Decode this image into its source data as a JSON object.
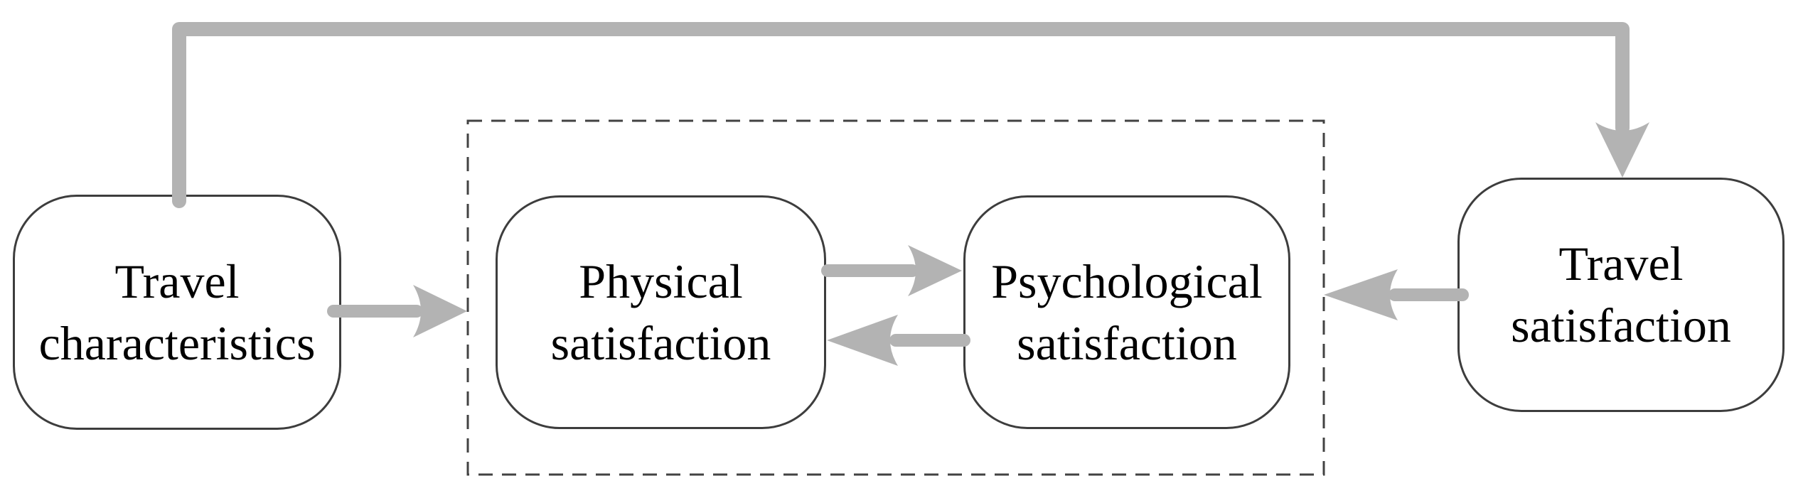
{
  "diagram": {
    "title": "",
    "background": "#ffffff",
    "colors": {
      "arrow": "#b3b3b3",
      "box_border": "#3d3d3d",
      "dashed_border": "#424242",
      "text": "#000000"
    },
    "nodes": {
      "travel_characteristics": {
        "line1": "Travel",
        "line2": "characteristics"
      },
      "physical_satisfaction": {
        "line1": "Physical",
        "line2": "satisfaction"
      },
      "psychological_satisfaction": {
        "line1": "Psychological",
        "line2": "satisfaction"
      },
      "travel_satisfaction": {
        "line1": "Travel",
        "line2": "satisfaction"
      }
    },
    "containers": {
      "mediation_box": {
        "style": "dashed",
        "contains": [
          "physical_satisfaction",
          "psychological_satisfaction"
        ]
      }
    },
    "edges": [
      {
        "from": "travel_characteristics",
        "to": "travel_satisfaction",
        "route": "top"
      },
      {
        "from": "travel_characteristics",
        "to": "mediation_box",
        "route": "direct"
      },
      {
        "from": "physical_satisfaction",
        "to": "psychological_satisfaction",
        "route": "direct"
      },
      {
        "from": "psychological_satisfaction",
        "to": "physical_satisfaction",
        "route": "direct"
      },
      {
        "from": "travel_satisfaction",
        "to": "mediation_box",
        "route": "direct"
      }
    ]
  }
}
